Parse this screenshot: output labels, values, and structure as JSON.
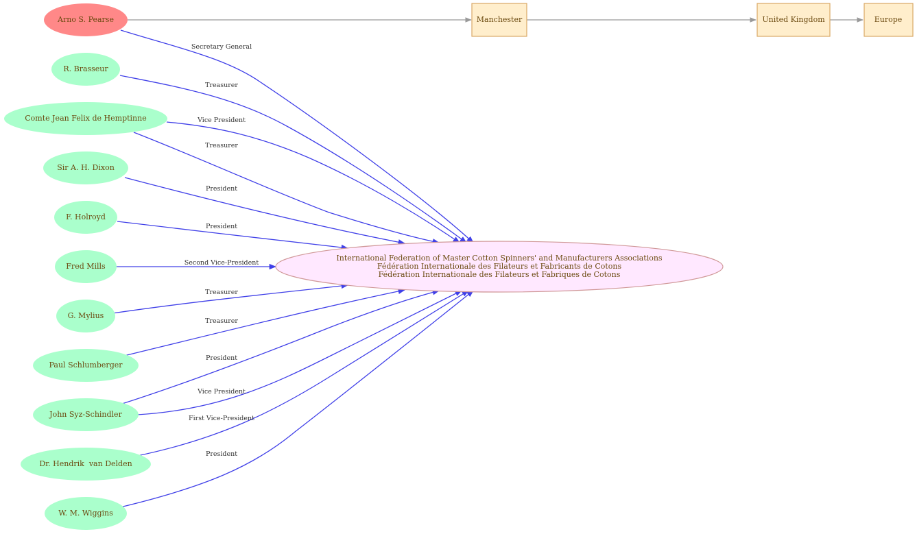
{
  "colors": {
    "person_fill": "#aaffcc",
    "founder_fill": "#ff8888",
    "org_fill": "#ffe8ff",
    "org_stroke": "#d09898",
    "place_fill": "#ffeecc",
    "place_stroke": "#d9a866",
    "role_edge": "#4040e8",
    "location_edge": "#999999"
  },
  "organization": {
    "lines": [
      "International Federation of Master Cotton Spinners' and Manufacturers Associations",
      "Fédération Internationale des Filateurs et Fabricants de Cotons",
      "Fédération Internationale des Filateurs et Fabriques de Cotons"
    ]
  },
  "people": [
    {
      "name": "Arno S. Pearse",
      "role": "Secretary General",
      "founder": true
    },
    {
      "name": "R. Brasseur",
      "role": "Treasurer"
    },
    {
      "name": "Comte Jean Felix de Hemptinne",
      "role": "Vice President",
      "second_role": "Treasurer"
    },
    {
      "name": "Sir A. H. Dixon",
      "role": "President"
    },
    {
      "name": "F. Holroyd",
      "role": "President"
    },
    {
      "name": "Fred Mills",
      "role": "Second Vice-President"
    },
    {
      "name": "G. Mylius",
      "role": "Treasurer"
    },
    {
      "name": "Paul Schlumberger",
      "role": "Treasurer"
    },
    {
      "name": "John Syz-Schindler",
      "role": "President",
      "second_role": "Vice President"
    },
    {
      "name": "Dr. Hendrik  van Delden",
      "role": "First Vice-President"
    },
    {
      "name": "W. M. Wiggins",
      "role": "President"
    }
  ],
  "places": [
    "Manchester",
    "United Kingdom",
    "Europe"
  ]
}
